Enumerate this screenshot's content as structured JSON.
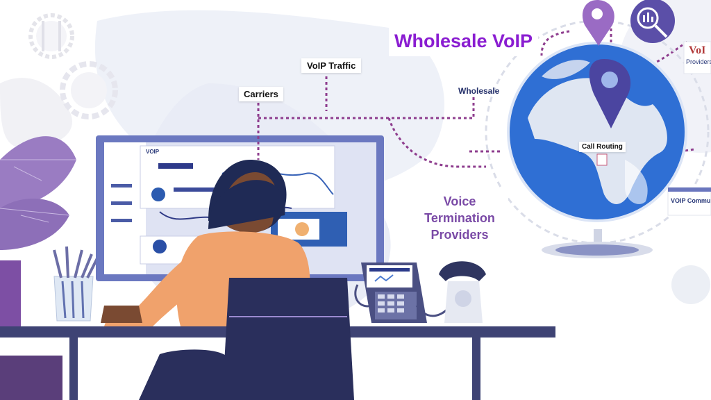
{
  "title": "Wholesale VoIP",
  "labels": {
    "voip_traffic": "VoIP Traffic",
    "carriers": "Carriers",
    "wholesale": "Wholesale",
    "call_routing": "Call Routing",
    "voice_termination": "Voice Termination Providers"
  },
  "screen_header": "VOIP",
  "side_card_top": "VoI",
  "side_card_top_sub": "Providers",
  "side_card_bottom": "VOIP Communic",
  "colors": {
    "purple": "#8a1dd1",
    "dotted_line": "#8e3d8e",
    "navy": "#1f2a55",
    "skin": "#7a4a32",
    "shirt": "#f0a26c",
    "globe_ocean": "#2f6fd4",
    "pin": "#5a4aa0"
  }
}
